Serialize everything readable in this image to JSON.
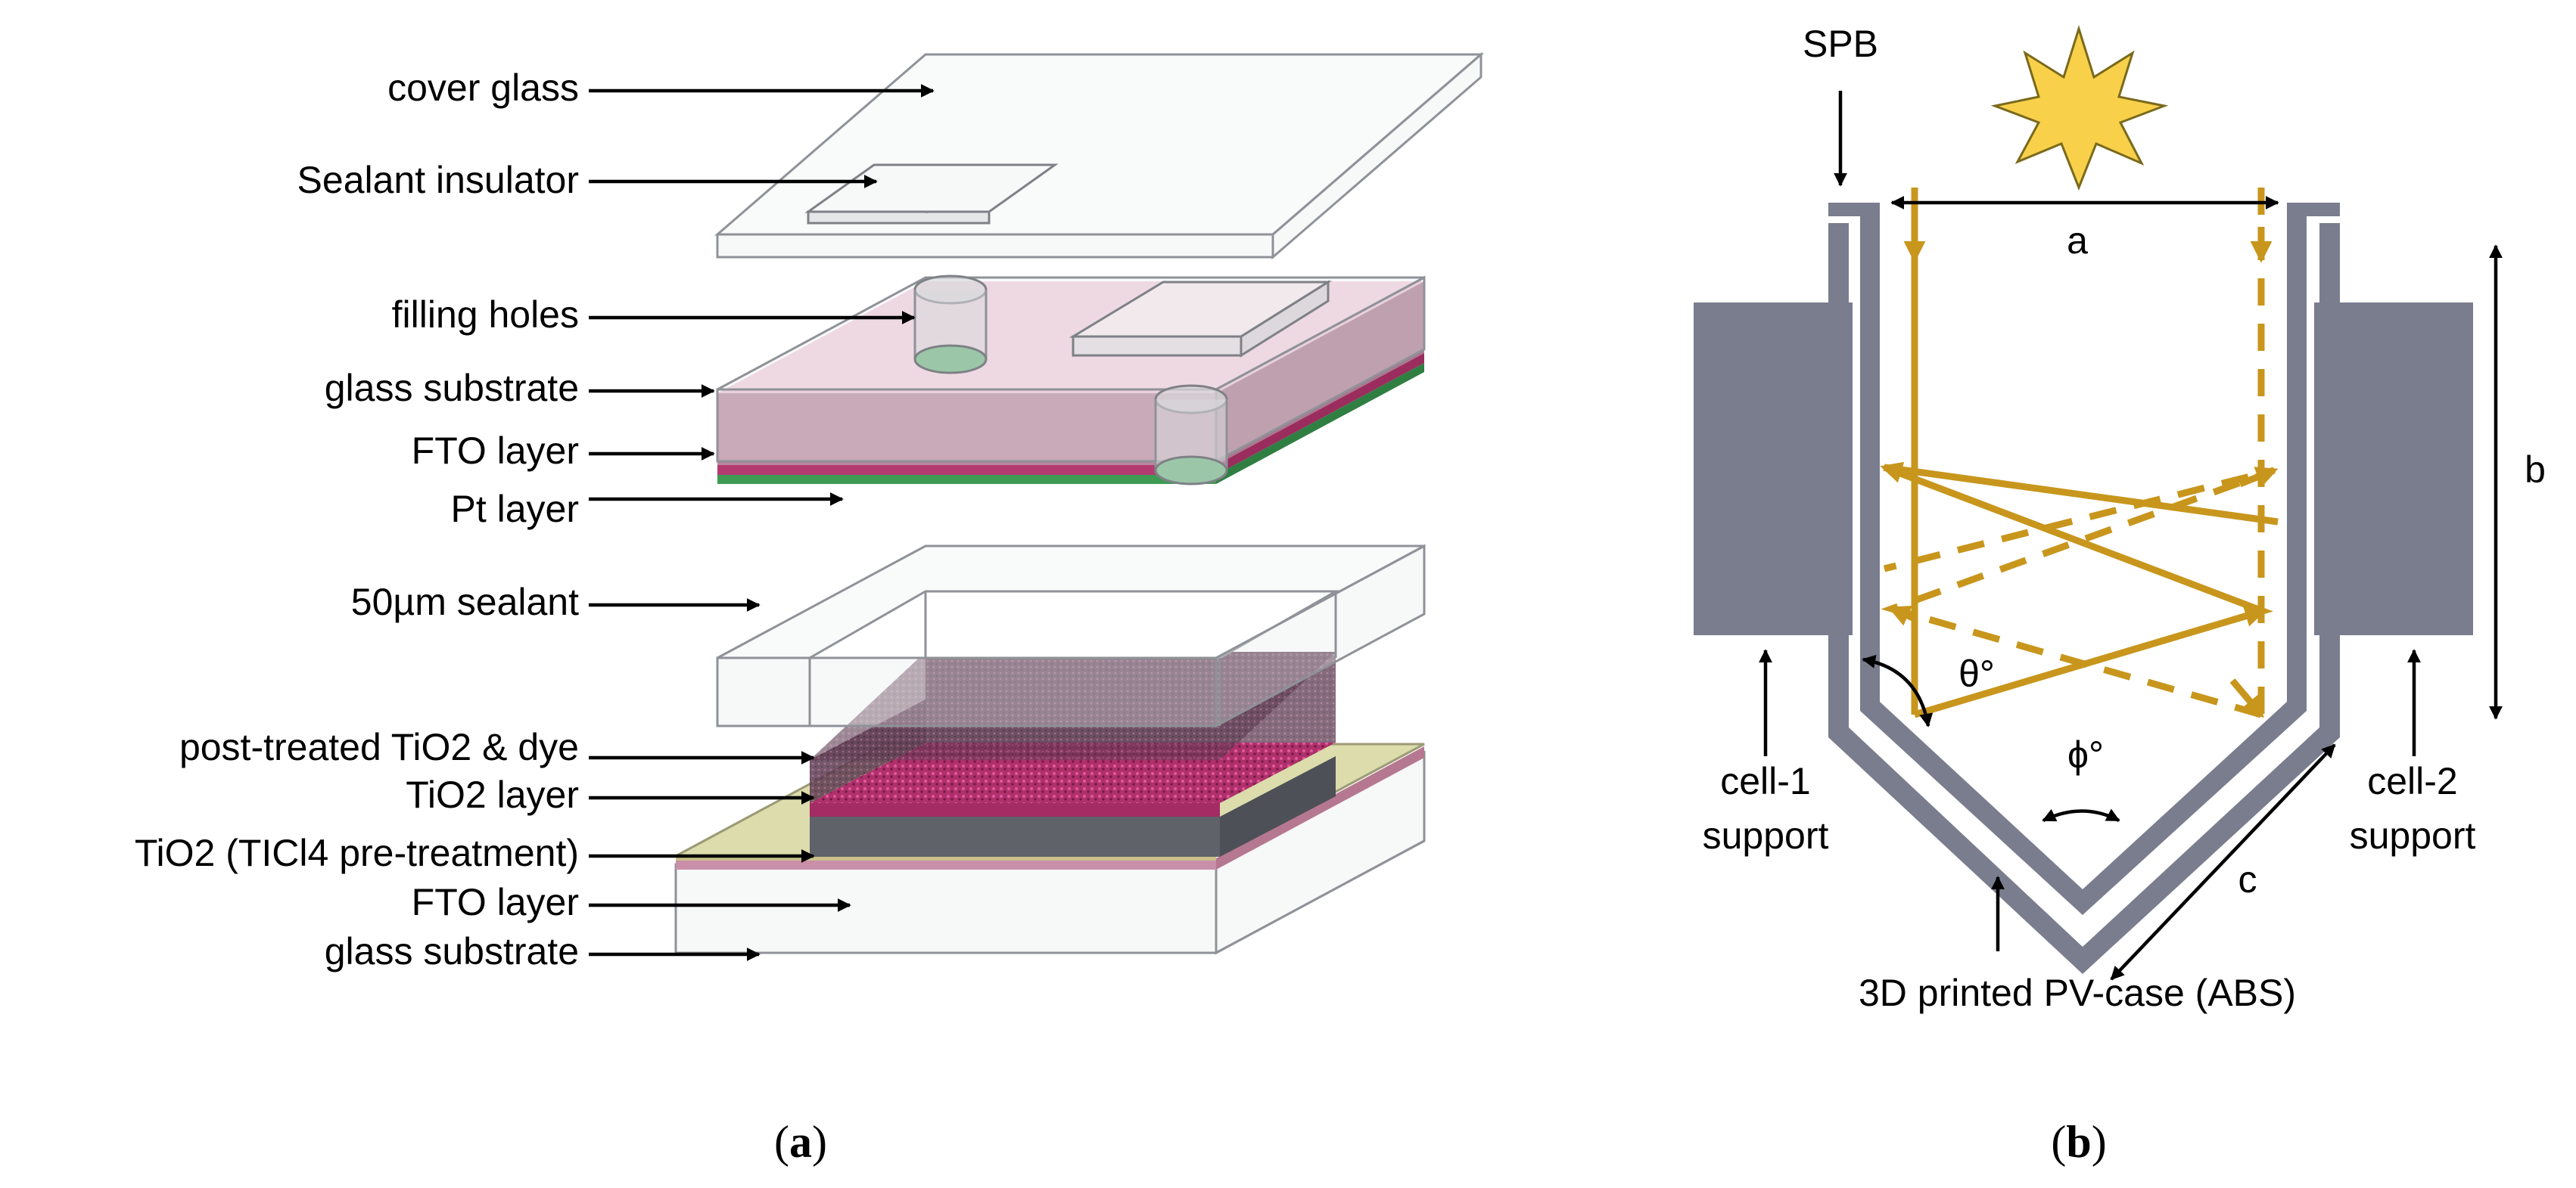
{
  "panel_a": {
    "labels": {
      "cover_glass": "cover glass",
      "sealant_insulator": "Sealant insulator",
      "filling_holes": "filling holes",
      "glass_substrate_top": "glass substrate",
      "fto_layer_top": "FTO layer",
      "pt_layer": "Pt layer",
      "sealant_50um": "50µm sealant",
      "post_treated_tio2": "post-treated TiO2 & dye",
      "tio2_layer": "TiO2 layer",
      "tio2_ticl4": "TiO2 (TICl4 pre-treatment)",
      "fto_layer_bottom": "FTO layer",
      "glass_substrate_bottom": "glass substrate"
    },
    "caption": {
      "open": "(",
      "letter": "a",
      "close": ")"
    }
  },
  "panel_b": {
    "labels": {
      "spb": "SPB",
      "a": "a",
      "b": "b",
      "c": "c",
      "theta": "θ°",
      "phi": "ϕ°",
      "cell1_line1": "cell-1",
      "cell1_line2": "support",
      "cell2_line1": "cell-2",
      "cell2_line2": "support",
      "case": "3D printed PV-case (ABS)"
    },
    "caption": {
      "open": "(",
      "letter": "b",
      "close": ")"
    }
  },
  "colors": {
    "ray": "#c8961c",
    "case": "#7a7d8e",
    "pink_fto": "#c98fa8",
    "pt_green": "#3f9a53",
    "tio2_yellow": "#d8d8a6",
    "dye": "#5b3a4e",
    "sun": "#f8d04a"
  }
}
